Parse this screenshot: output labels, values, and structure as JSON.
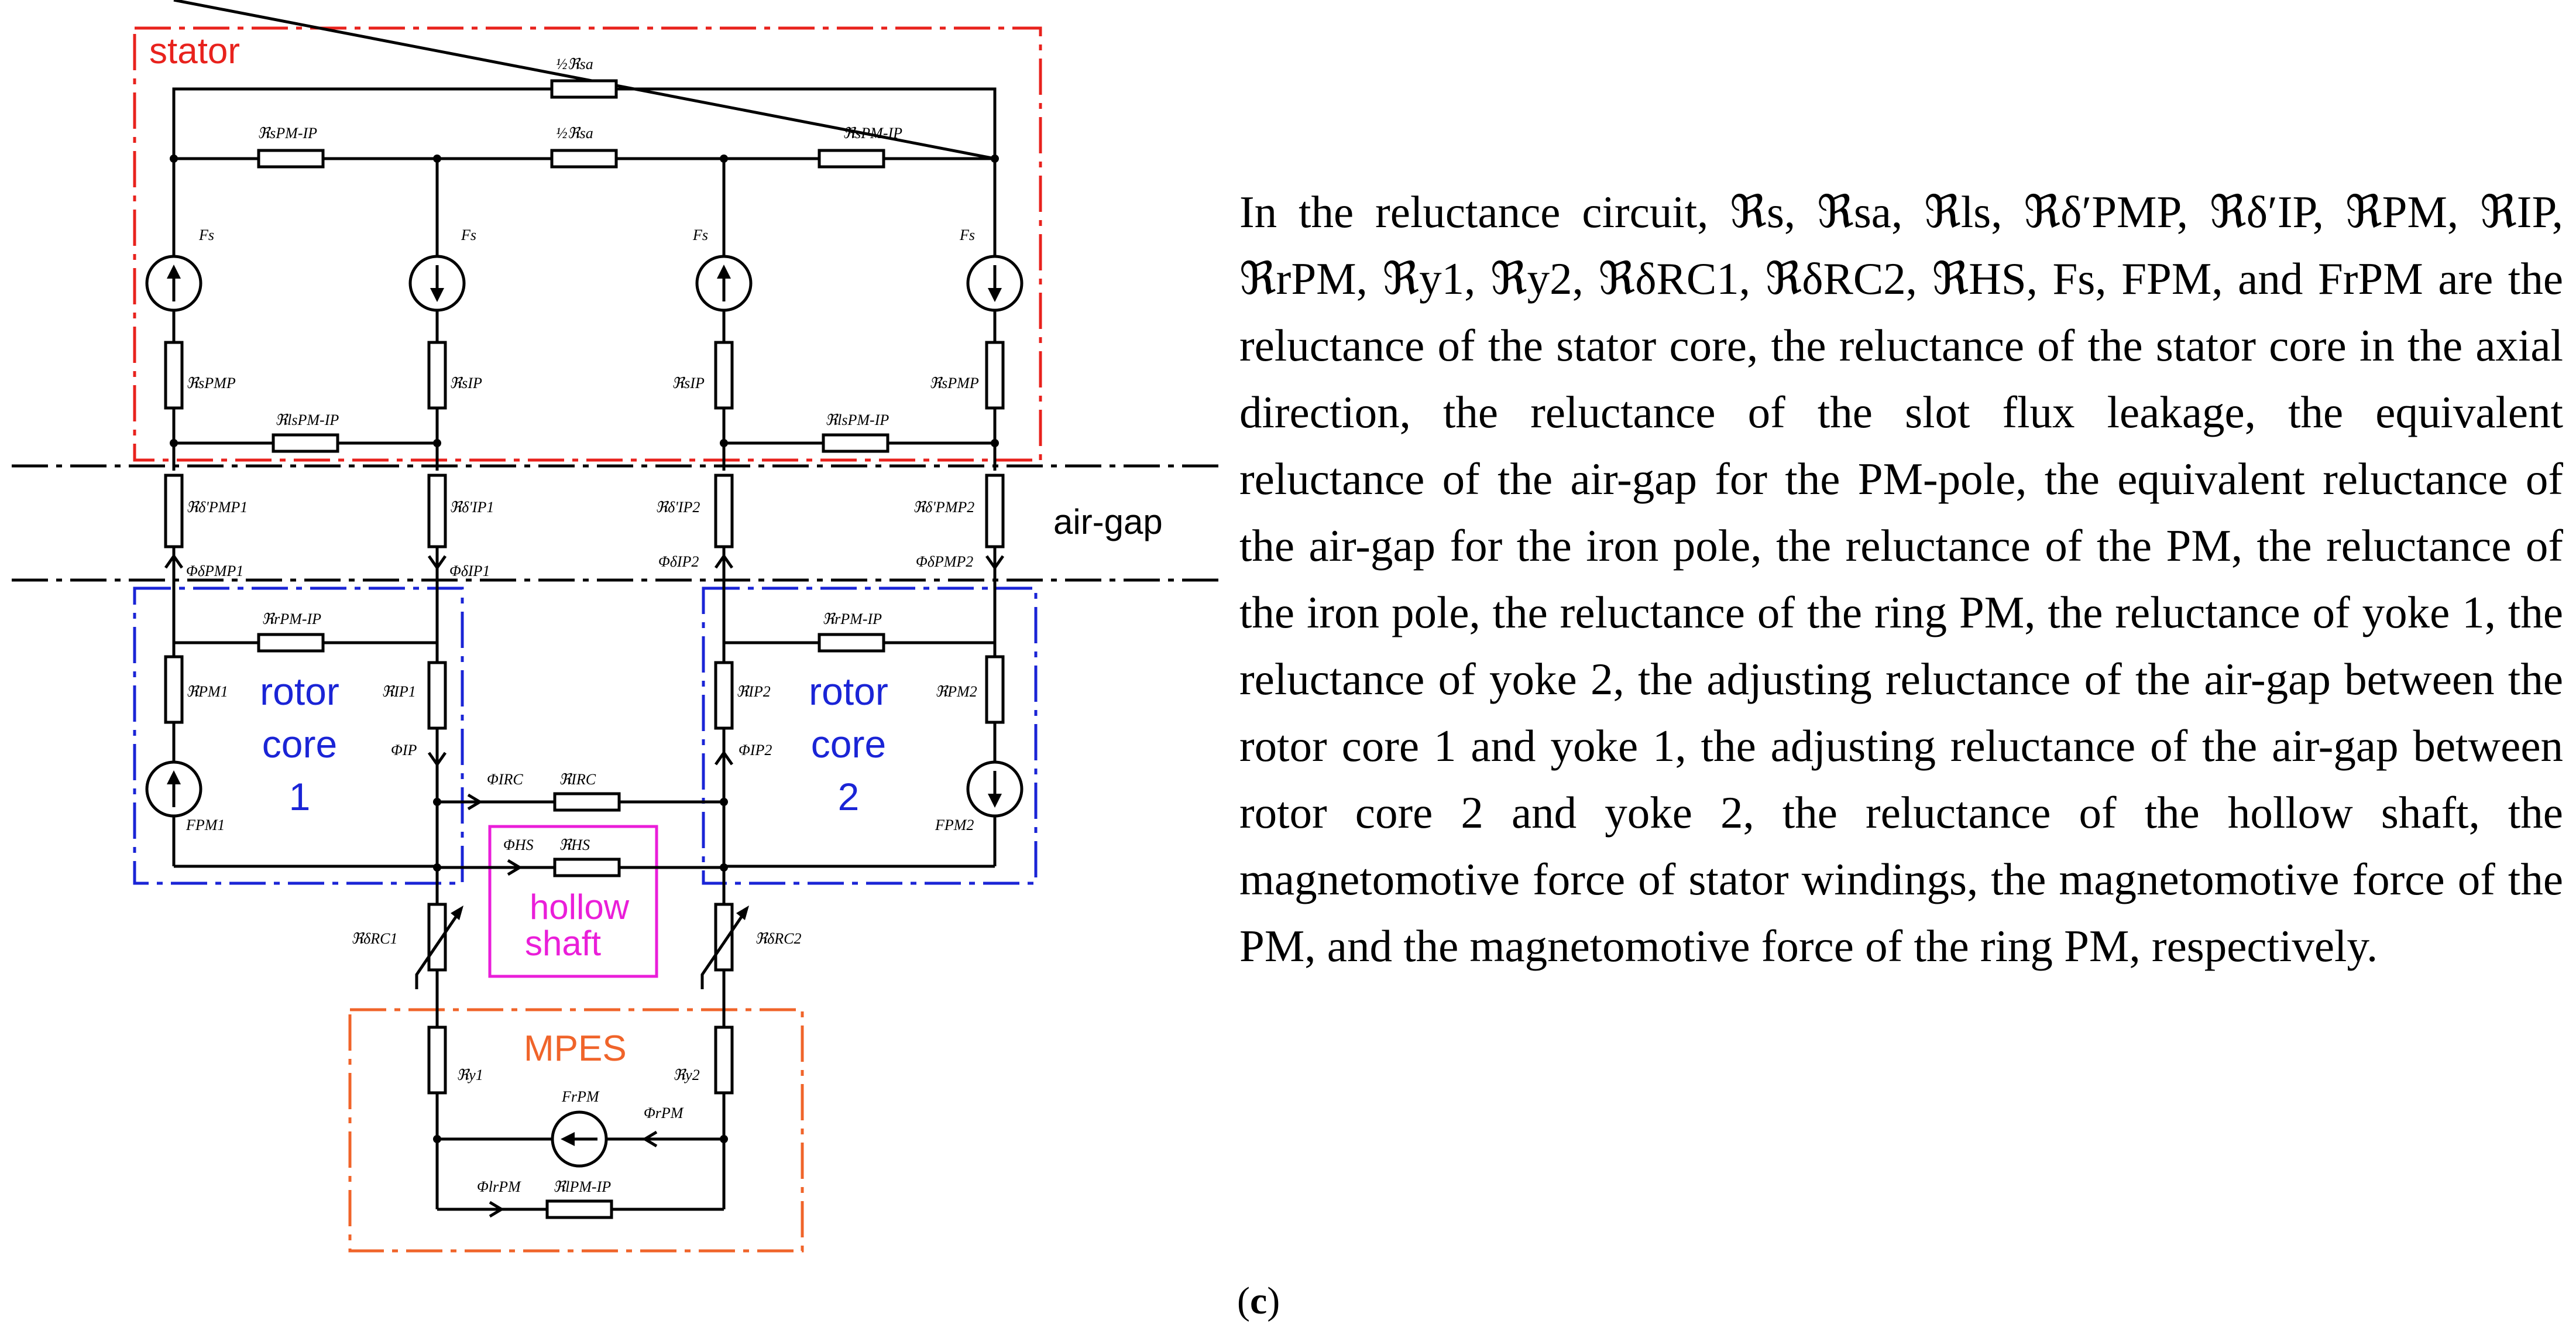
{
  "regions": {
    "stator": "stator",
    "air_gap": "air-gap",
    "rotor_core_1": [
      "rotor",
      "core",
      "1"
    ],
    "rotor_core_2": [
      "rotor",
      "core",
      "2"
    ],
    "hollow_shaft": [
      "hollow",
      "shaft"
    ],
    "mpes": "MPES"
  },
  "colors": {
    "stator": "#e8221d",
    "rotor_core": "#1a24d6",
    "hollow_shaft": "#ea1ed9",
    "mpes": "#f0642a"
  },
  "labels": {
    "r_sa_top": "½ℜsa",
    "r_sa_mid": "½ℜsa",
    "r_spm_ip_left": "ℜsPM-IP",
    "r_spm_ip_right": "ℜsPM-IP",
    "fs_1": "Fs",
    "fs_2": "Fs",
    "fs_3": "Fs",
    "fs_4": "Fs",
    "r_spmp_left": "ℜsPMP",
    "r_sip_left": "ℜsIP",
    "r_sip_right": "ℜsIP",
    "r_spmp_right": "ℜsPMP",
    "r_ls_left": "ℜlsPM-IP",
    "r_ls_right": "ℜlsPM-IP",
    "r_d_pmp1": "ℜδ'PMP1",
    "r_d_ip1": "ℜδ'IP1",
    "r_d_ip2": "ℜδ'IP2",
    "r_d_pmp2": "ℜδ'PMP2",
    "phi_d_pmp1": "ΦδPMP1",
    "phi_d_ip1": "ΦδIP1",
    "phi_d_ip2": "ΦδIP2",
    "phi_d_pmp2": "ΦδPMP2",
    "r_rpm_ip_left": "ℜrPM-IP",
    "r_rpm_ip_right": "ℜrPM-IP",
    "r_pm1": "ℜPM1",
    "r_ip1": "ℜIP1",
    "r_ip2": "ℜIP2",
    "r_pm2": "ℜPM2",
    "phi_ip": "ΦIP",
    "phi_ip2": "ΦIP2",
    "f_pm1": "FPM1",
    "f_pm2": "FPM2",
    "phi_irc": "ΦIRC",
    "r_irc": "ℜIRC",
    "phi_hs": "ΦHS",
    "r_hs": "ℜHS",
    "r_drc1": "ℜδRC1",
    "r_drc2": "ℜδRC2",
    "r_y1": "ℜy1",
    "r_y2": "ℜy2",
    "f_rpm": "FrPM",
    "phi_rpm": "ΦrPM",
    "phi_lrpm": "ΦlrPM",
    "r_lpm_ip": "ℜlPM-IP"
  },
  "caption": "In the reluctance circuit, ℜs, ℜsa, ℜls, ℜδ′PMP, ℜδ′IP, ℜPM, ℜIP, ℜrPM, ℜy1, ℜy2, ℜδRC1, ℜδRC2, ℜHS, Fs, FPM, and FrPM are the reluctance of the stator core, the reluctance of the stator core in the axial direction, the reluctance of the slot flux leakage, the equivalent reluctance of the air-gap for the PM-pole, the equivalent reluctance of the air-gap for the iron pole, the reluctance of the PM, the reluctance of the iron pole, the reluctance of the ring PM, the reluctance of yoke 1, the reluctance of yoke 2, the adjusting reluctance of the air-gap between the rotor core 1 and yoke 1, the adjusting reluctance of the air-gap between rotor core 2 and yoke 2, the reluctance of the hollow shaft, the magnetomotive force of stator windings, the magnetomotive force of the PM, and the magnetomotive force of the ring PM, respectively.",
  "panel_label": "c"
}
